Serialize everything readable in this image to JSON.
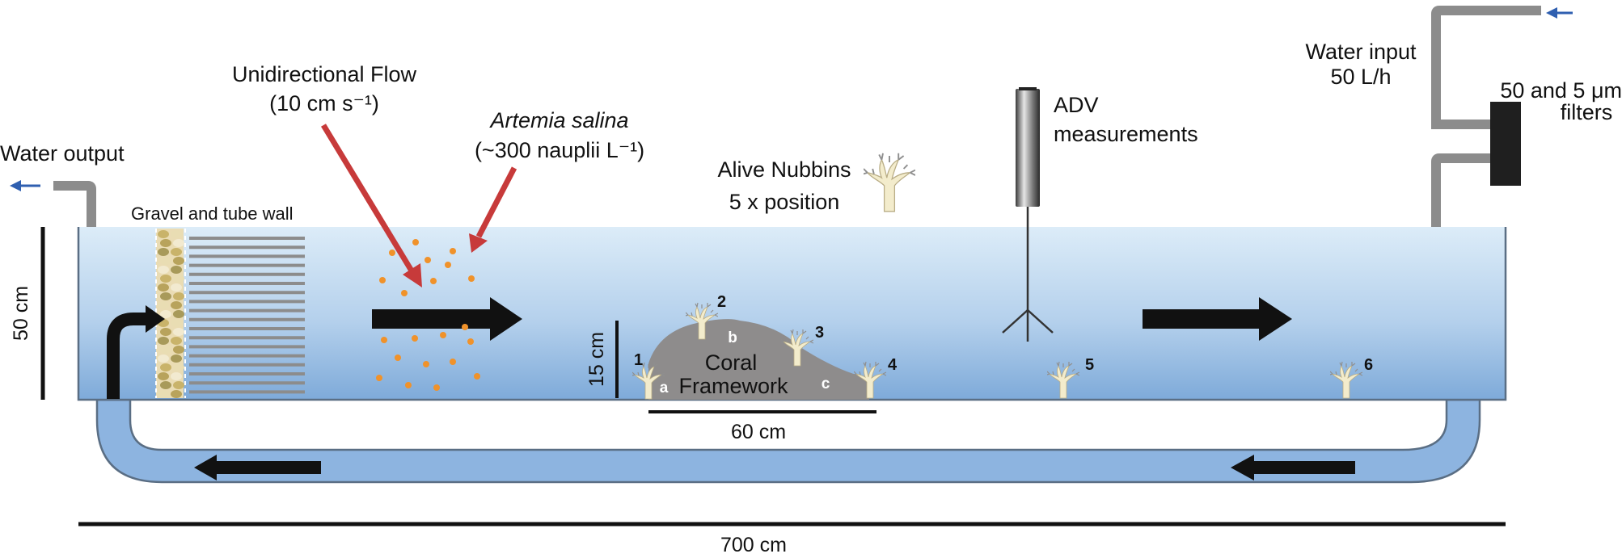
{
  "labels": {
    "water_output": "Water output",
    "gravel": "Gravel and tube wall",
    "flow_title": "Unidirectional Flow",
    "flow_rate": "(10 cm s⁻¹)",
    "artemia_name": "Artemia salina",
    "artemia_density": "(~300 nauplii L⁻¹)",
    "nubbins_title": "Alive Nubbins",
    "nubbins_pos": "5 x position",
    "adv_1": "ADV",
    "adv_2": "measurements",
    "water_input_1": "Water input",
    "water_input_2": "50 L/h",
    "filters_1": "50 and 5 μm",
    "filters_2": "filters",
    "height_50": "50 cm",
    "height_15": "15 cm",
    "coral_1": "Coral",
    "coral_2": "Framework",
    "width_60": "60 cm",
    "length_700": "700 cm"
  },
  "positions": [
    "1",
    "2",
    "3",
    "4",
    "5",
    "6"
  ],
  "sub_positions": [
    "a",
    "b",
    "c"
  ],
  "colors": {
    "water_top": "#dcecf8",
    "water_bottom": "#7eaad9",
    "return_pipe": "#8db4e0",
    "framework": "#8e8c8c",
    "red_arrow": "#c73a3a",
    "orange_dots": "#f0922a",
    "blue_arrow": "#2f5fb0",
    "pipe_grey": "#8c8c8c",
    "filter": "#1f1f1f"
  }
}
